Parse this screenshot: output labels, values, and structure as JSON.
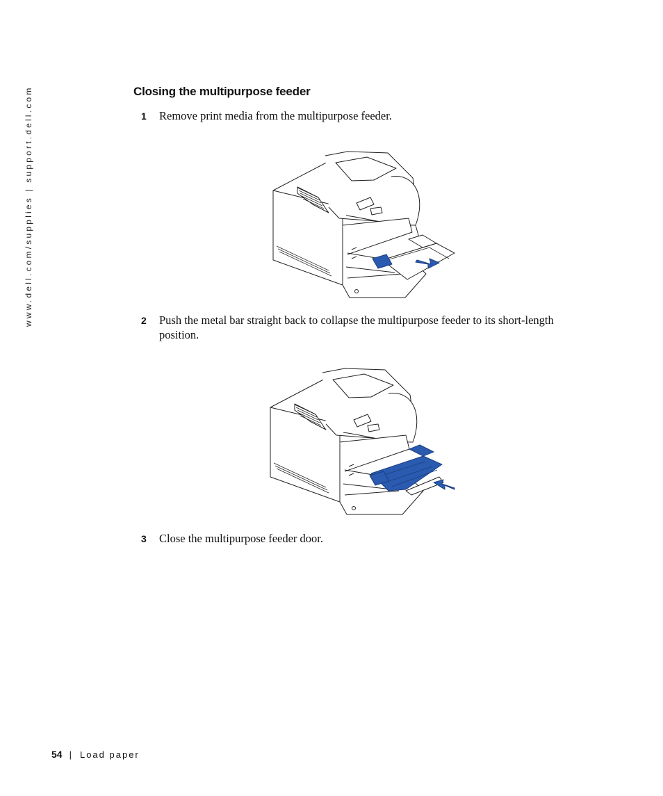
{
  "sidebar": {
    "url": "www.dell.com/supplies | support.dell.com"
  },
  "section": {
    "title": "Closing the multipurpose feeder"
  },
  "steps": [
    {
      "number": "1",
      "text": "Remove print media from the multipurpose feeder."
    },
    {
      "number": "2",
      "text": "Push the metal bar straight back to collapse the multipurpose feeder to its short-length position."
    },
    {
      "number": "3",
      "text": "Close the multipurpose feeder door."
    }
  ],
  "figure_colors": {
    "highlight": "#2a5bb0",
    "highlight_dark": "#1c3f82",
    "line": "#222222"
  },
  "footer": {
    "page_number": "54",
    "separator": "|",
    "section_name": "Load paper"
  }
}
